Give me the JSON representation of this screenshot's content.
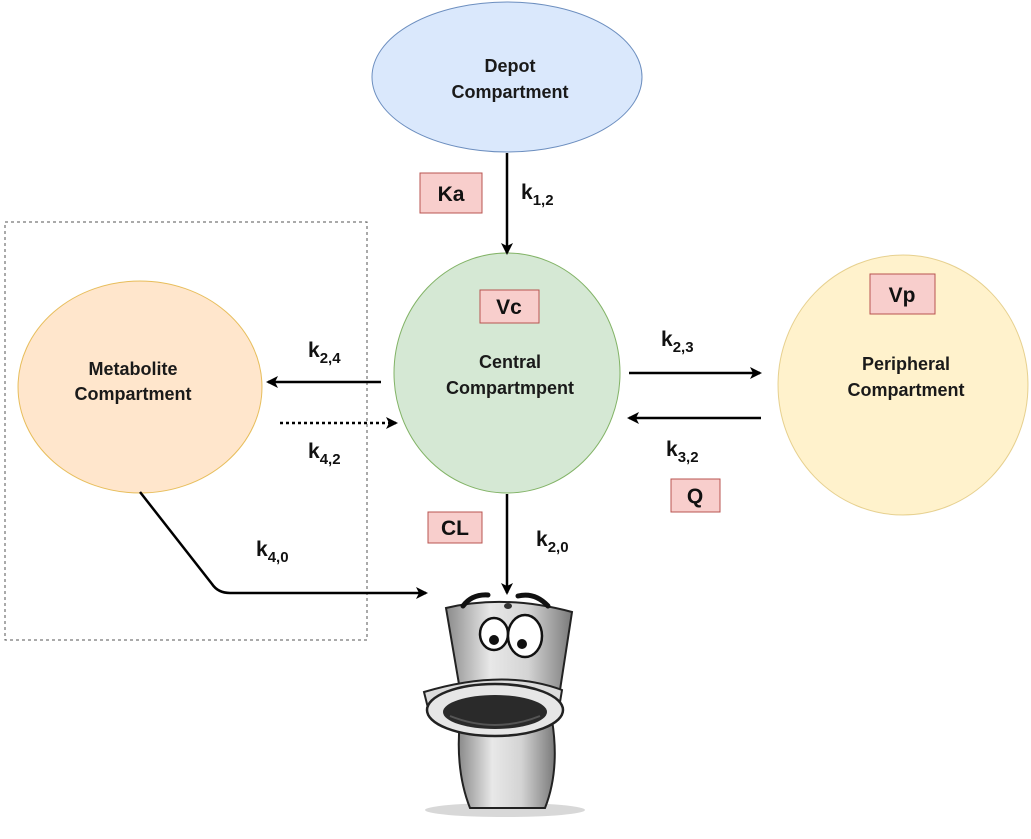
{
  "compartments": {
    "depot": {
      "line1": "Depot",
      "line2": "Compartment",
      "fill": "#dae8fc",
      "stroke": "#6c8ebf"
    },
    "central": {
      "line1": "Central",
      "line2": "Compartmpent",
      "fill": "#d5e8d4",
      "stroke": "#82b366"
    },
    "metabolite": {
      "line1": "Metabolite",
      "line2": "Compartment",
      "fill": "#ffe6cc",
      "stroke": "#d79b00"
    },
    "peripheral": {
      "line1": "Peripheral",
      "line2": "Compartment",
      "fill": "#fff2cc",
      "stroke": "#d6b656"
    }
  },
  "parameters": {
    "ka": "Ka",
    "vc": "Vc",
    "vp": "Vp",
    "q": "Q",
    "cl": "CL"
  },
  "rates": {
    "k12": {
      "base": "k",
      "sub": "1,2"
    },
    "k24": {
      "base": "k",
      "sub": "2,4"
    },
    "k42": {
      "base": "k",
      "sub": "4,2"
    },
    "k23": {
      "base": "k",
      "sub": "2,3"
    },
    "k32": {
      "base": "k",
      "sub": "3,2"
    },
    "k20": {
      "base": "k",
      "sub": "2,0"
    },
    "k40": {
      "base": "k",
      "sub": "4,0"
    }
  },
  "icons": {
    "sink": "cartoon-toilet-icon"
  }
}
